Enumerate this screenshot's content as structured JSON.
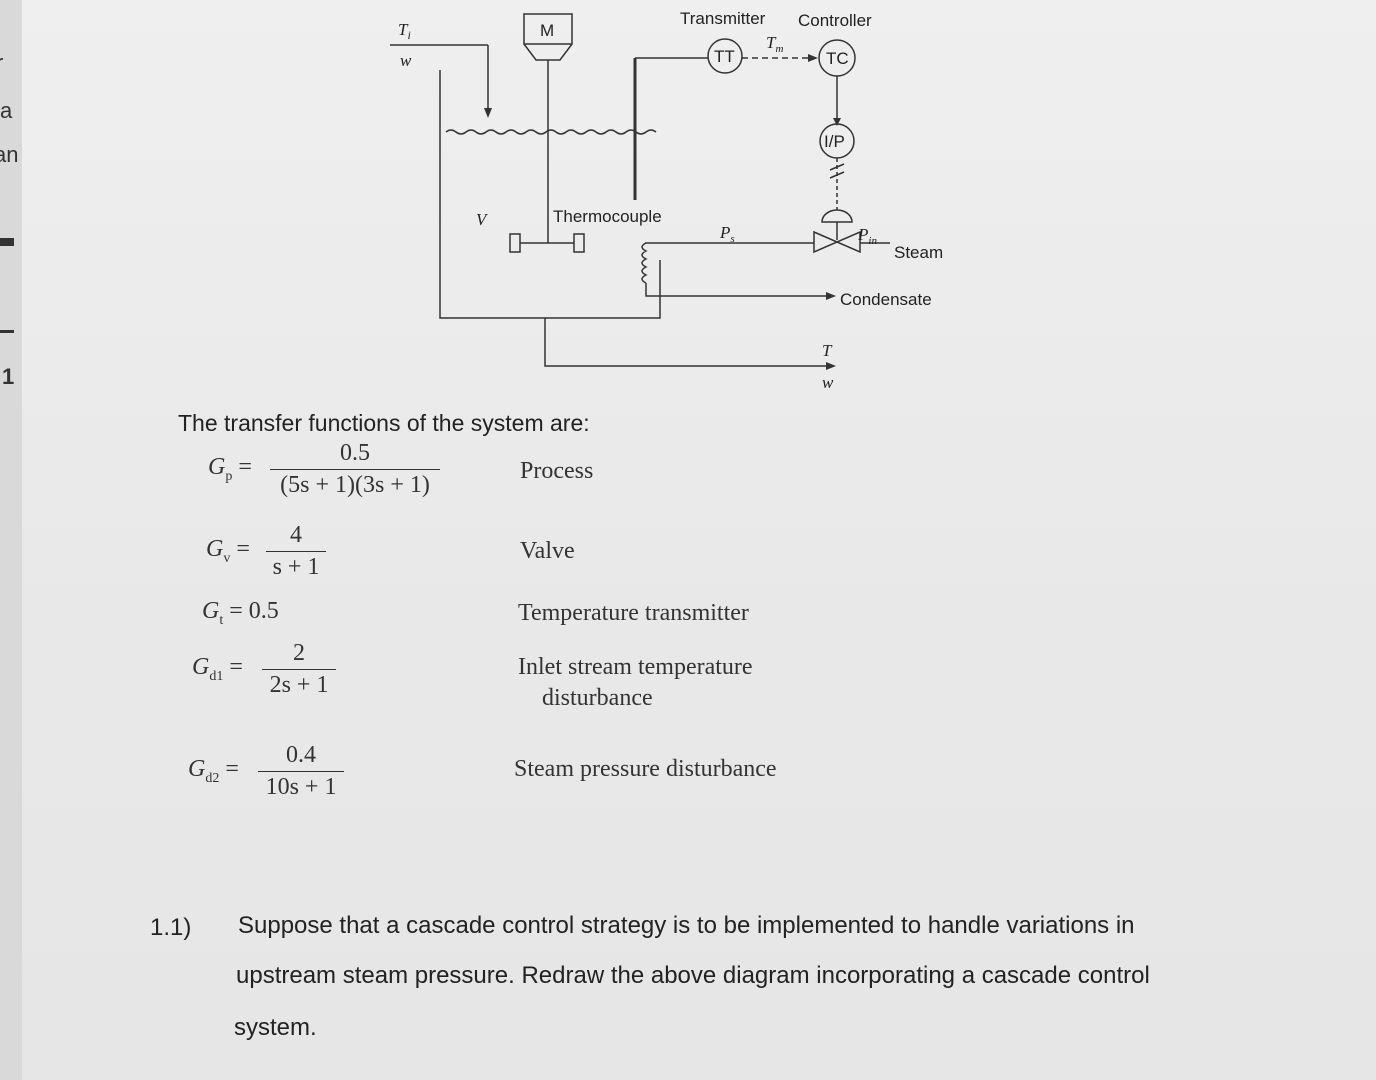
{
  "diagram": {
    "labels": {
      "ti": "T",
      "ti_sub": "i",
      "w_in": "w",
      "motor": "M",
      "transmitter": "Transmitter",
      "controller": "Controller",
      "tt": "TT",
      "tm": "T",
      "tm_sub": "m",
      "tc": "TC",
      "ip": "I/P",
      "v": "V",
      "thermocouple": "Thermocouple",
      "ps": "P",
      "ps_sub": "s",
      "pin": "P",
      "pin_sub": "in",
      "steam": "Steam",
      "condensate": "Condensate",
      "t_out": "T",
      "w_out": "w"
    }
  },
  "margin": {
    "m1": "r",
    "m2": "a",
    "m3": "an",
    "m4": "1"
  },
  "heading": "The transfer functions of the system are:",
  "equations": [
    {
      "lhs": "G",
      "sub": "p",
      "num": "0.5",
      "den": "(5s + 1)(3s + 1)",
      "desc": "Process"
    },
    {
      "lhs": "G",
      "sub": "v",
      "num": "4",
      "den": "s + 1",
      "desc": "Valve"
    },
    {
      "lhs": "G",
      "sub": "t",
      "value": "= 0.5",
      "desc": "Temperature transmitter"
    },
    {
      "lhs": "G",
      "sub": "d1",
      "num": "2",
      "den": "2s + 1",
      "desc_line1": "Inlet stream temperature",
      "desc_line2": "disturbance"
    },
    {
      "lhs": "G",
      "sub": "d2",
      "num": "0.4",
      "den": "10s + 1",
      "desc": "Steam pressure disturbance"
    }
  ],
  "question": {
    "number": "1.1)",
    "line1": "Suppose that a cascade control strategy is to be implemented to handle variations in",
    "line2": "upstream steam pressure. Redraw the above diagram incorporating a cascade control",
    "line3": "system."
  }
}
